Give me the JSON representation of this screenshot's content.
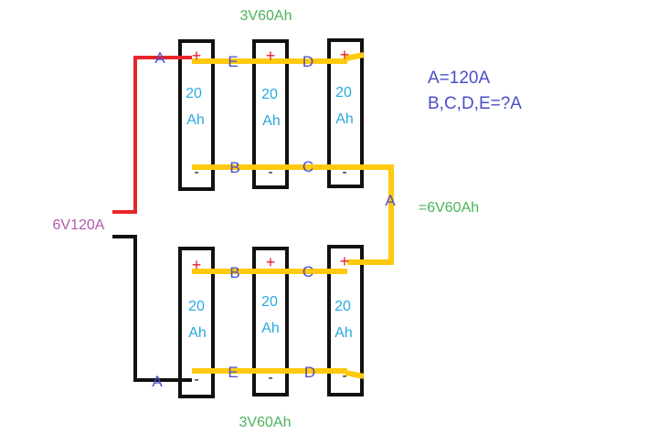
{
  "labels": {
    "top_group": "3V60Ah",
    "bottom_group": "3V60Ah",
    "pack": "6V120A",
    "series_value": "=6V60Ah",
    "given": "A=120A",
    "question": "B,C,D,E=?A"
  },
  "nodes": {
    "a": "A",
    "b": "B",
    "c": "C",
    "d": "D",
    "e": "E"
  },
  "cell": {
    "value": "20",
    "unit": "Ah",
    "plus": "+",
    "minus": "-"
  },
  "colors": {
    "red_wire": "#e8262a",
    "black_wire": "#111111",
    "bus": "#ffc90e",
    "plus": "#e0202a",
    "cell_text": "#29a8e0",
    "node_text": "#4a4ec7",
    "green_text": "#4cb35a",
    "pack_text": "#b05aaa"
  }
}
